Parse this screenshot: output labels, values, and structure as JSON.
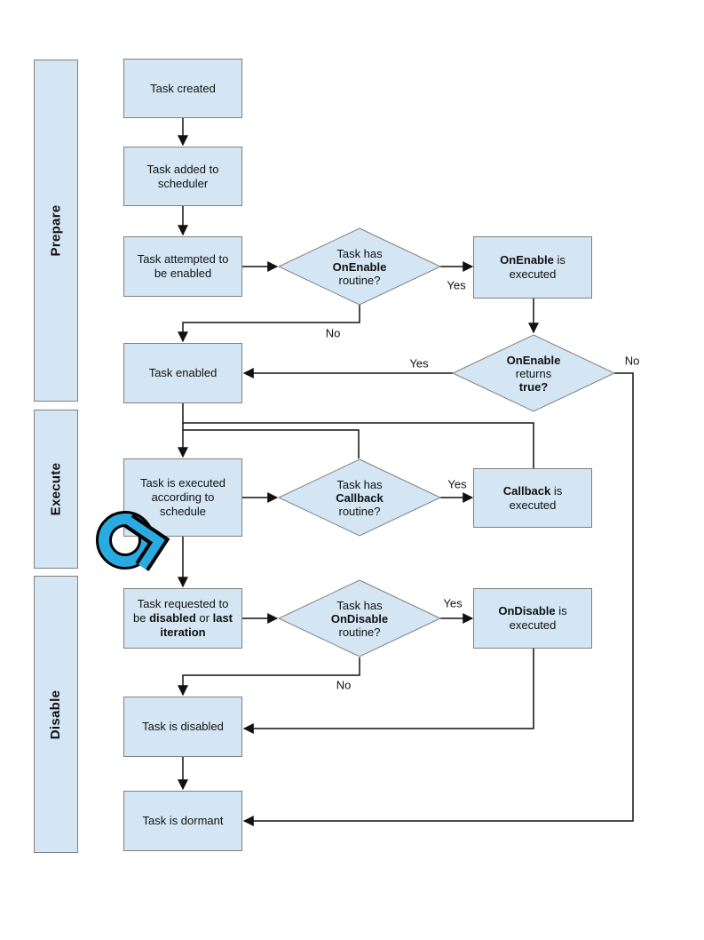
{
  "phases": [
    {
      "label": "Prepare"
    },
    {
      "label": "Execute"
    },
    {
      "label": "Disable"
    }
  ],
  "nodes": {
    "task_created": {
      "label": "Task created"
    },
    "task_added": {
      "label": "Task added to scheduler"
    },
    "task_attempted": {
      "label": "Task attempted to be enabled"
    },
    "has_onenable": {
      "pre": "Task has",
      "bold": "OnEnable",
      "post": "routine?"
    },
    "onenable_executed": {
      "bold": "OnEnable",
      "rest": " is executed"
    },
    "onenable_returns": {
      "bold1": "OnEnable",
      "mid": "returns",
      "bold2": "true?"
    },
    "task_enabled": {
      "label": "Task enabled"
    },
    "task_executed": {
      "label": "Task is executed according to schedule"
    },
    "has_callback": {
      "pre": "Task has",
      "bold": "Callback",
      "post": "routine?"
    },
    "callback_executed": {
      "bold": "Callback",
      "rest": " is executed"
    },
    "task_requested": {
      "pre": "Task requested to be ",
      "bold1": "disabled",
      "mid": " or ",
      "bold2": "last iteration"
    },
    "has_ondisable": {
      "pre": "Task has",
      "bold": "OnDisable",
      "post": "routine?"
    },
    "ondisable_executed": {
      "bold": "OnDisable",
      "rest": " is executed"
    },
    "task_disabled": {
      "label": "Task is disabled"
    },
    "task_dormant": {
      "label": "Task is dormant"
    }
  },
  "edge_labels": {
    "onenable_yes": "Yes",
    "onenable_no": "No",
    "returns_yes": "Yes",
    "returns_no": "No",
    "callback_yes": "Yes",
    "ondisable_yes": "Yes",
    "ondisable_no": "No"
  },
  "icons": [
    {
      "name": "repeat-loop-icon",
      "color": "#29abe2"
    }
  ],
  "colors": {
    "node_fill": "#d4e6f3",
    "node_border": "#808080",
    "connector": "#111111",
    "loop_blue": "#29abe2",
    "background": "#ffffff"
  }
}
